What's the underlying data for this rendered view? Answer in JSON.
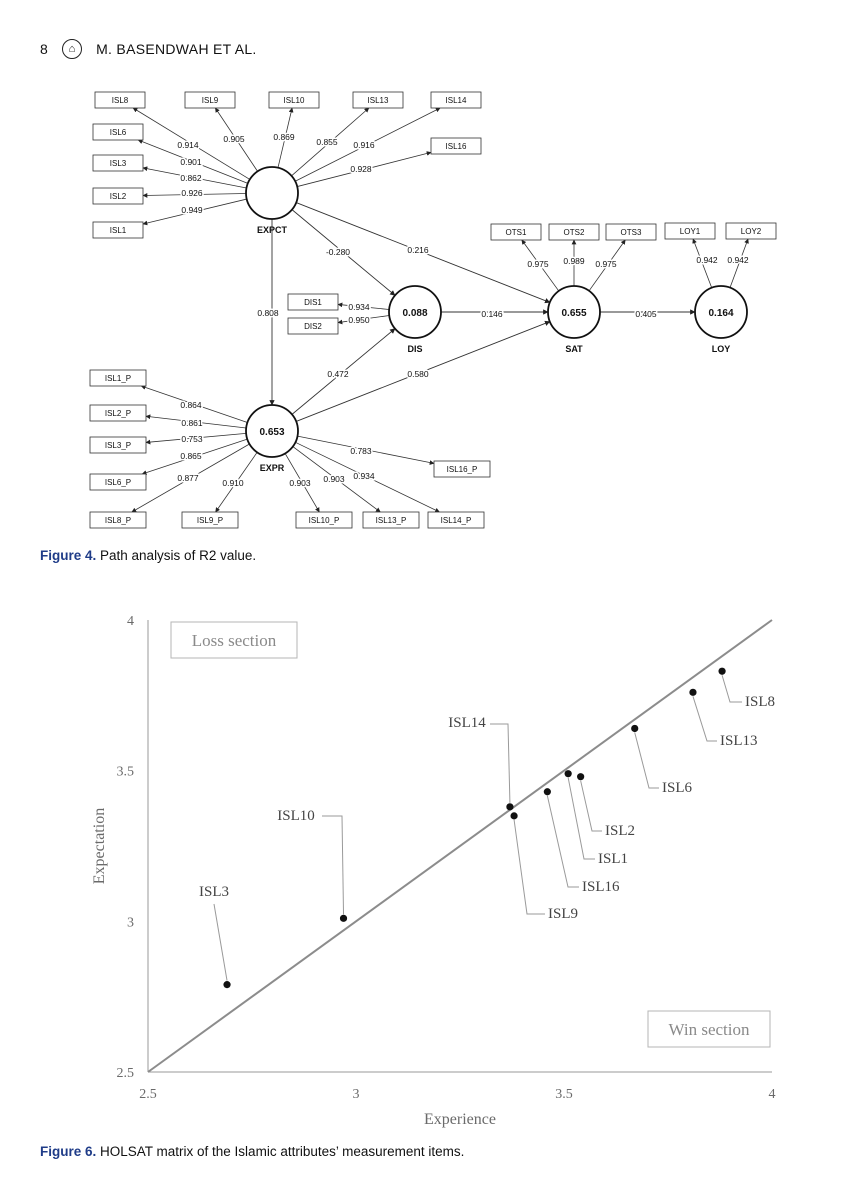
{
  "header": {
    "page_number": "8",
    "authors": "M. BASENDWAH ET AL."
  },
  "figure4": {
    "caption_label": "Figure 4.",
    "caption_text": " Path analysis of R2 value.",
    "constructs": [
      {
        "id": "EXPCT",
        "label": "EXPCT",
        "value": ""
      },
      {
        "id": "EXPR",
        "label": "EXPR",
        "value": "0.653"
      },
      {
        "id": "DIS",
        "label": "DIS",
        "value": "0.088"
      },
      {
        "id": "SAT",
        "label": "SAT",
        "value": "0.655"
      },
      {
        "id": "LOY",
        "label": "LOY",
        "value": "0.164"
      }
    ],
    "indicators": [
      {
        "label": "ISL8",
        "construct": "EXPCT",
        "loading": "0.914"
      },
      {
        "label": "ISL9",
        "construct": "EXPCT",
        "loading": "0.905"
      },
      {
        "label": "ISL10",
        "construct": "EXPCT",
        "loading": "0.869"
      },
      {
        "label": "ISL13",
        "construct": "EXPCT",
        "loading": "0.855"
      },
      {
        "label": "ISL14",
        "construct": "EXPCT",
        "loading": "0.916"
      },
      {
        "label": "ISL16",
        "construct": "EXPCT",
        "loading": "0.928"
      },
      {
        "label": "ISL6",
        "construct": "EXPCT",
        "loading": "0.901"
      },
      {
        "label": "ISL3",
        "construct": "EXPCT",
        "loading": "0.862"
      },
      {
        "label": "ISL2",
        "construct": "EXPCT",
        "loading": "0.926"
      },
      {
        "label": "ISL1",
        "construct": "EXPCT",
        "loading": "0.949"
      },
      {
        "label": "DIS1",
        "construct": "DIS",
        "loading": "0.934"
      },
      {
        "label": "DIS2",
        "construct": "DIS",
        "loading": "0.950"
      },
      {
        "label": "OTS1",
        "construct": "SAT",
        "loading": "0.975"
      },
      {
        "label": "OTS2",
        "construct": "SAT",
        "loading": "0.989"
      },
      {
        "label": "OTS3",
        "construct": "SAT",
        "loading": "0.975"
      },
      {
        "label": "LOY1",
        "construct": "LOY",
        "loading": "0.942"
      },
      {
        "label": "LOY2",
        "construct": "LOY",
        "loading": "0.942"
      },
      {
        "label": "ISL1_P",
        "construct": "EXPR",
        "loading": "0.864"
      },
      {
        "label": "ISL2_P",
        "construct": "EXPR",
        "loading": "0.861"
      },
      {
        "label": "ISL3_P",
        "construct": "EXPR",
        "loading": "0.753"
      },
      {
        "label": "ISL6_P",
        "construct": "EXPR",
        "loading": "0.865"
      },
      {
        "label": "ISL8_P",
        "construct": "EXPR",
        "loading": "0.877"
      },
      {
        "label": "ISL9_P",
        "construct": "EXPR",
        "loading": "0.910"
      },
      {
        "label": "ISL10_P",
        "construct": "EXPR",
        "loading": "0.903"
      },
      {
        "label": "ISL13_P",
        "construct": "EXPR",
        "loading": "0.903"
      },
      {
        "label": "ISL14_P",
        "construct": "EXPR",
        "loading": "0.934"
      },
      {
        "label": "ISL16_P",
        "construct": "EXPR",
        "loading": "0.783"
      }
    ],
    "paths": [
      {
        "from": "EXPCT",
        "to": "EXPR",
        "coef": "0.808"
      },
      {
        "from": "EXPCT",
        "to": "DIS",
        "coef": "-0.280"
      },
      {
        "from": "EXPCT",
        "to": "SAT",
        "coef": "0.216"
      },
      {
        "from": "EXPR",
        "to": "DIS",
        "coef": "0.472"
      },
      {
        "from": "EXPR",
        "to": "SAT",
        "coef": "0.580"
      },
      {
        "from": "DIS",
        "to": "SAT",
        "coef": "0.146"
      },
      {
        "from": "SAT",
        "to": "LOY",
        "coef": "0.405"
      }
    ]
  },
  "figure6": {
    "caption_label": "Figure 6.",
    "caption_text": " HOLSAT matrix of the Islamic attributes’ measurement items.",
    "chart_data": {
      "type": "scatter",
      "xlabel": "Experience",
      "ylabel": "Expectation",
      "xlim": [
        2.5,
        4
      ],
      "ylim": [
        2.5,
        4
      ],
      "xticks": [
        "2.5",
        "3",
        "3.5",
        "4"
      ],
      "yticks": [
        "2.5",
        "3",
        "3.5",
        "4"
      ],
      "grid": false,
      "diagonal_line": {
        "from": [
          2.5,
          2.5
        ],
        "to": [
          4,
          4
        ],
        "color": "#8c8c8c"
      },
      "region_labels": [
        "Loss section",
        "Win section"
      ],
      "points": [
        {
          "label": "ISL3",
          "x": 2.69,
          "y": 2.79
        },
        {
          "label": "ISL10",
          "x": 2.97,
          "y": 3.01
        },
        {
          "label": "ISL14",
          "x": 3.37,
          "y": 3.38
        },
        {
          "label": "ISL9",
          "x": 3.38,
          "y": 3.35
        },
        {
          "label": "ISL16",
          "x": 3.46,
          "y": 3.43
        },
        {
          "label": "ISL1",
          "x": 3.51,
          "y": 3.49
        },
        {
          "label": "ISL2",
          "x": 3.54,
          "y": 3.48
        },
        {
          "label": "ISL6",
          "x": 3.67,
          "y": 3.64
        },
        {
          "label": "ISL13",
          "x": 3.81,
          "y": 3.76
        },
        {
          "label": "ISL8",
          "x": 3.88,
          "y": 3.83
        }
      ]
    }
  }
}
